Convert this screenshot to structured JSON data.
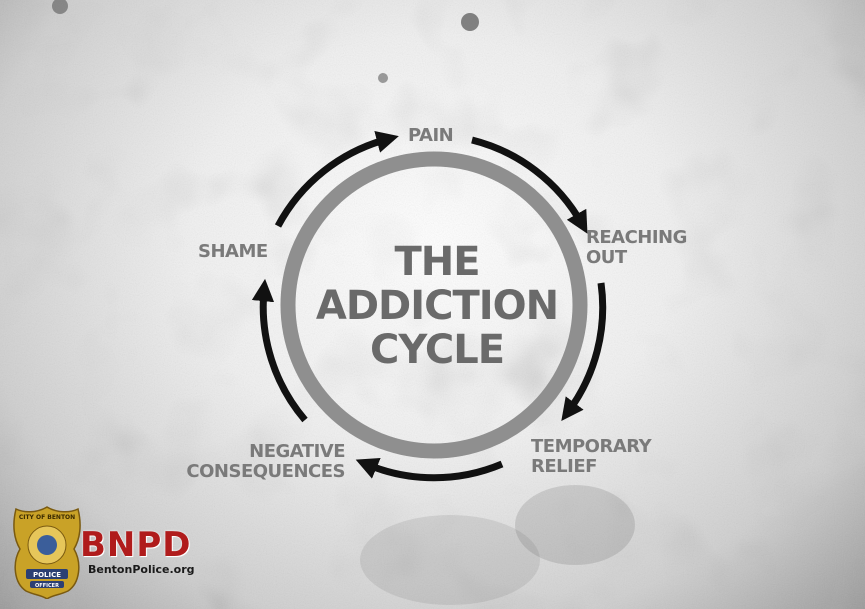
{
  "diagram": {
    "center_title": [
      "THE",
      "ADDICTION",
      "CYCLE"
    ],
    "stages": [
      {
        "id": "pain",
        "lines": [
          "PAIN"
        ]
      },
      {
        "id": "reaching-out",
        "lines": [
          "REACHING",
          "OUT"
        ]
      },
      {
        "id": "temporary-relief",
        "lines": [
          "TEMPORARY",
          "RELIEF"
        ]
      },
      {
        "id": "negative-consequences",
        "lines": [
          "NEGATIVE",
          "CONSEQUENCES"
        ]
      },
      {
        "id": "shame",
        "lines": [
          "SHAME"
        ]
      }
    ]
  },
  "branding": {
    "badge_top_text": "CITY OF BENTON",
    "badge_middle_text": "POLICE",
    "badge_bottom_text": "OFFICER",
    "name": "BNPD",
    "url": "BentonPolice.org"
  },
  "colors": {
    "ring": "#8f8f8f",
    "arrow": "#111111",
    "label": "#7a7a7a",
    "title": "#6a6a6a",
    "brand_red": "#b01c1c",
    "badge_gold": "#c9a227"
  }
}
